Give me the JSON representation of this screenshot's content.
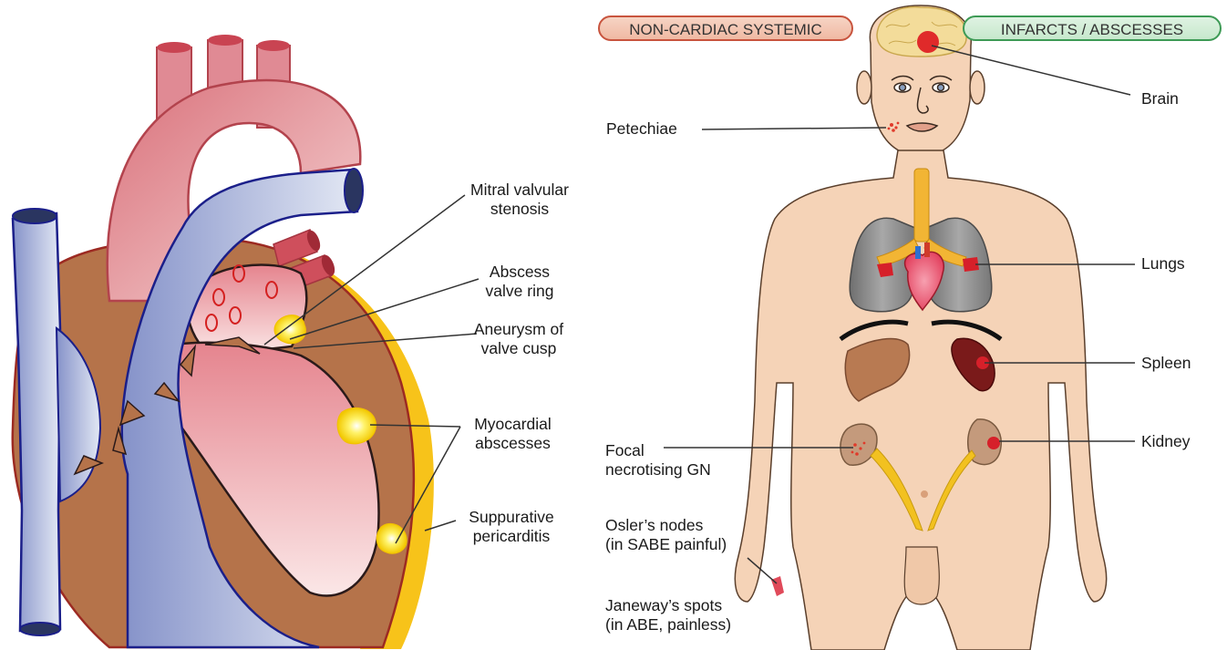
{
  "heart_labels": {
    "mitral": [
      "Mitral valvular",
      "stenosis"
    ],
    "abscess_ring": [
      "Abscess",
      "valve ring"
    ],
    "aneurysm": [
      "Aneurysm of",
      "valve cusp"
    ],
    "myocardial": [
      "Myocardial",
      "abscesses"
    ],
    "pericarditis": [
      "Suppurative",
      "pericarditis"
    ]
  },
  "body_headers": {
    "systemic": "NON-CARDIAC SYSTEMIC",
    "infarcts": "INFARCTS / ABSCESSES"
  },
  "body_labels": {
    "brain": "Brain",
    "petechiae": "Petechiae",
    "lungs": "Lungs",
    "spleen": "Spleen",
    "kidney": "Kidney",
    "focal": [
      "Focal",
      "necrotising GN"
    ],
    "osler": [
      "Osler’s nodes",
      "(in SABE painful)"
    ],
    "janeway": [
      "Janeway’s spots",
      "(in ABE, painless)"
    ]
  },
  "colors": {
    "aorta": "#e8a3a6",
    "vein": "#b8c2e0",
    "muscle": "#b5734a",
    "skin": "#f5d3b7",
    "lung": "#8f8f8f",
    "abscess": "#ffe24a",
    "infarct": "#d6202a"
  }
}
